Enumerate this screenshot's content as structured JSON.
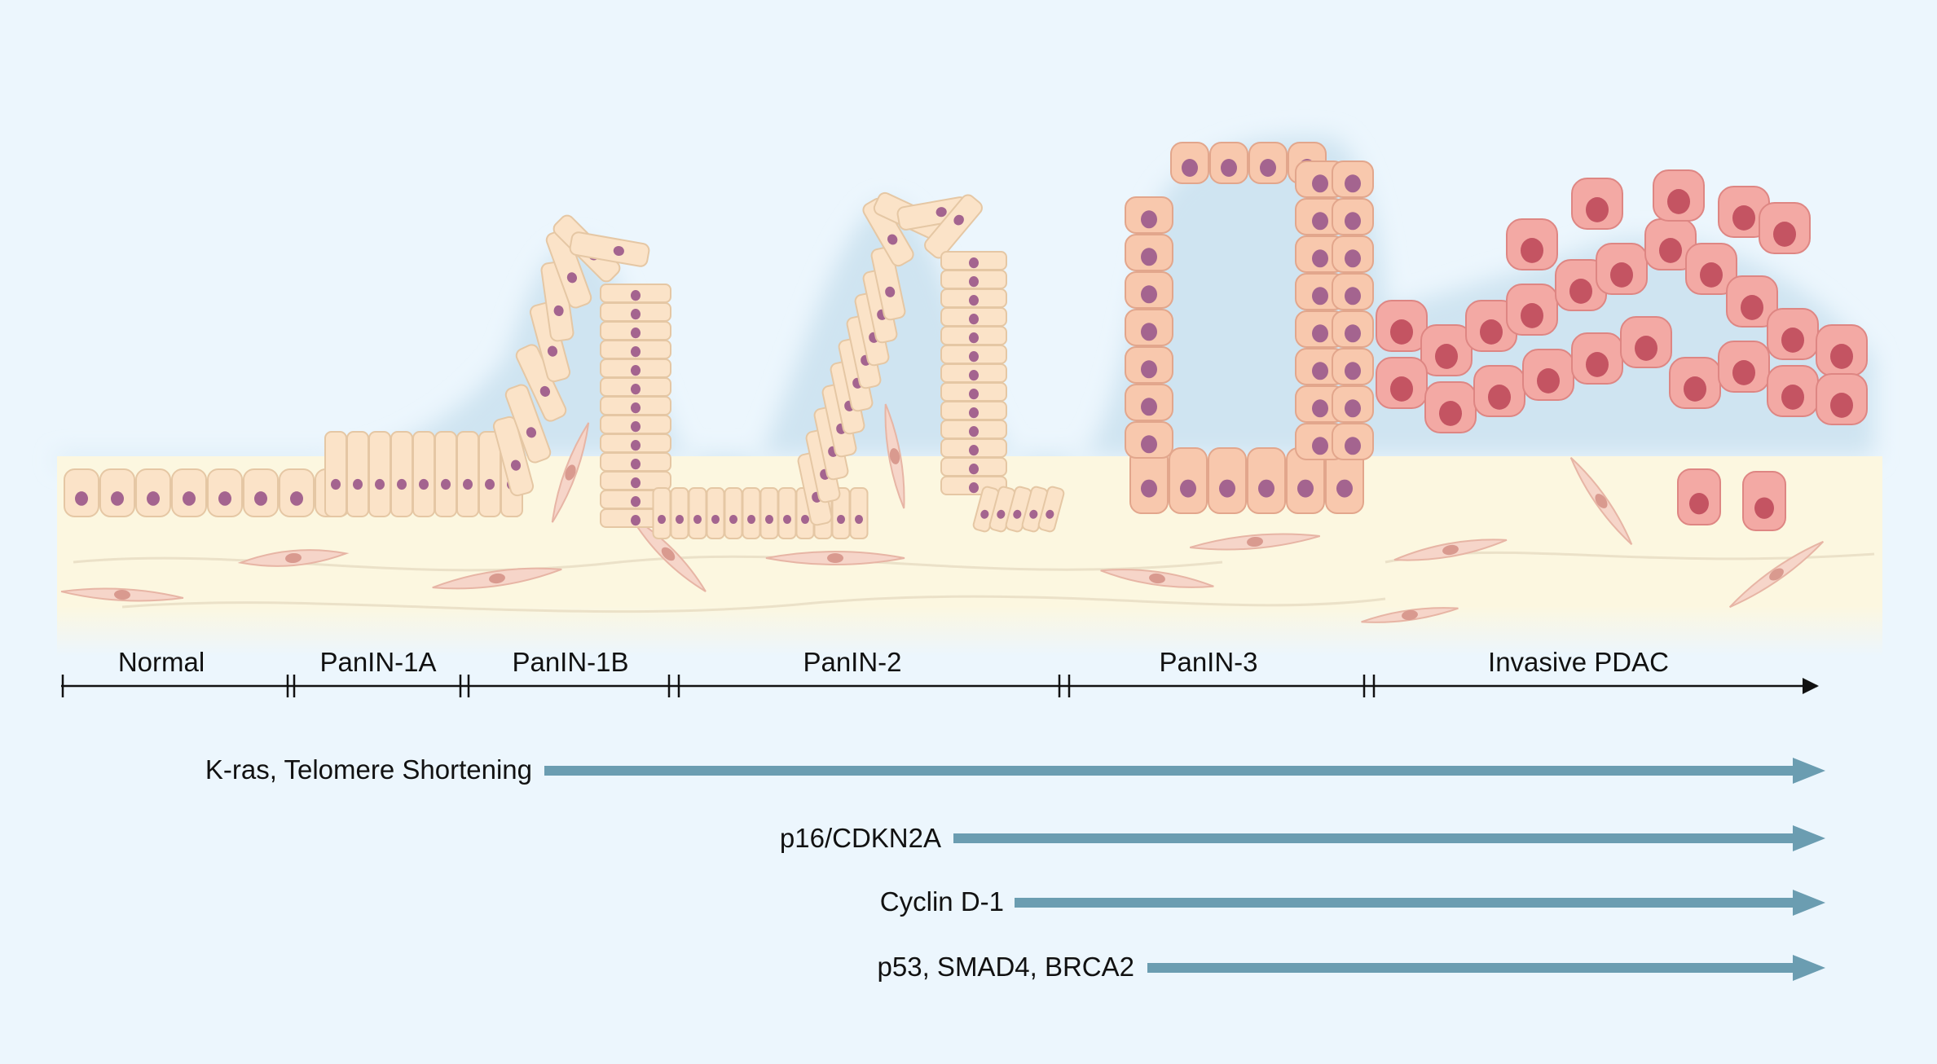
{
  "stages": [
    {
      "label": "Normal"
    },
    {
      "label": "PanIN-1A"
    },
    {
      "label": "PanIN-1B"
    },
    {
      "label": "PanIN-2"
    },
    {
      "label": "PanIN-3"
    },
    {
      "label": "Invasive PDAC"
    }
  ],
  "alterations": [
    {
      "label": "K-ras, Telomere Shortening"
    },
    {
      "label": "p16/CDKN2A"
    },
    {
      "label": "Cyclin D-1"
    },
    {
      "label": "p53, SMAD4, BRCA2"
    }
  ],
  "colors": {
    "background": "#ecf6fd",
    "stroma": "#fcf7e0",
    "normal_cell": "#fbe3c8",
    "dysplastic_cell": "#f8c8ad",
    "invasive_cell": "#f3a9a4",
    "nucleus": "#a4648f",
    "fibroblast": "#f6d5c9",
    "gene_arrow": "#6b9db1",
    "timeline": "#111111"
  }
}
